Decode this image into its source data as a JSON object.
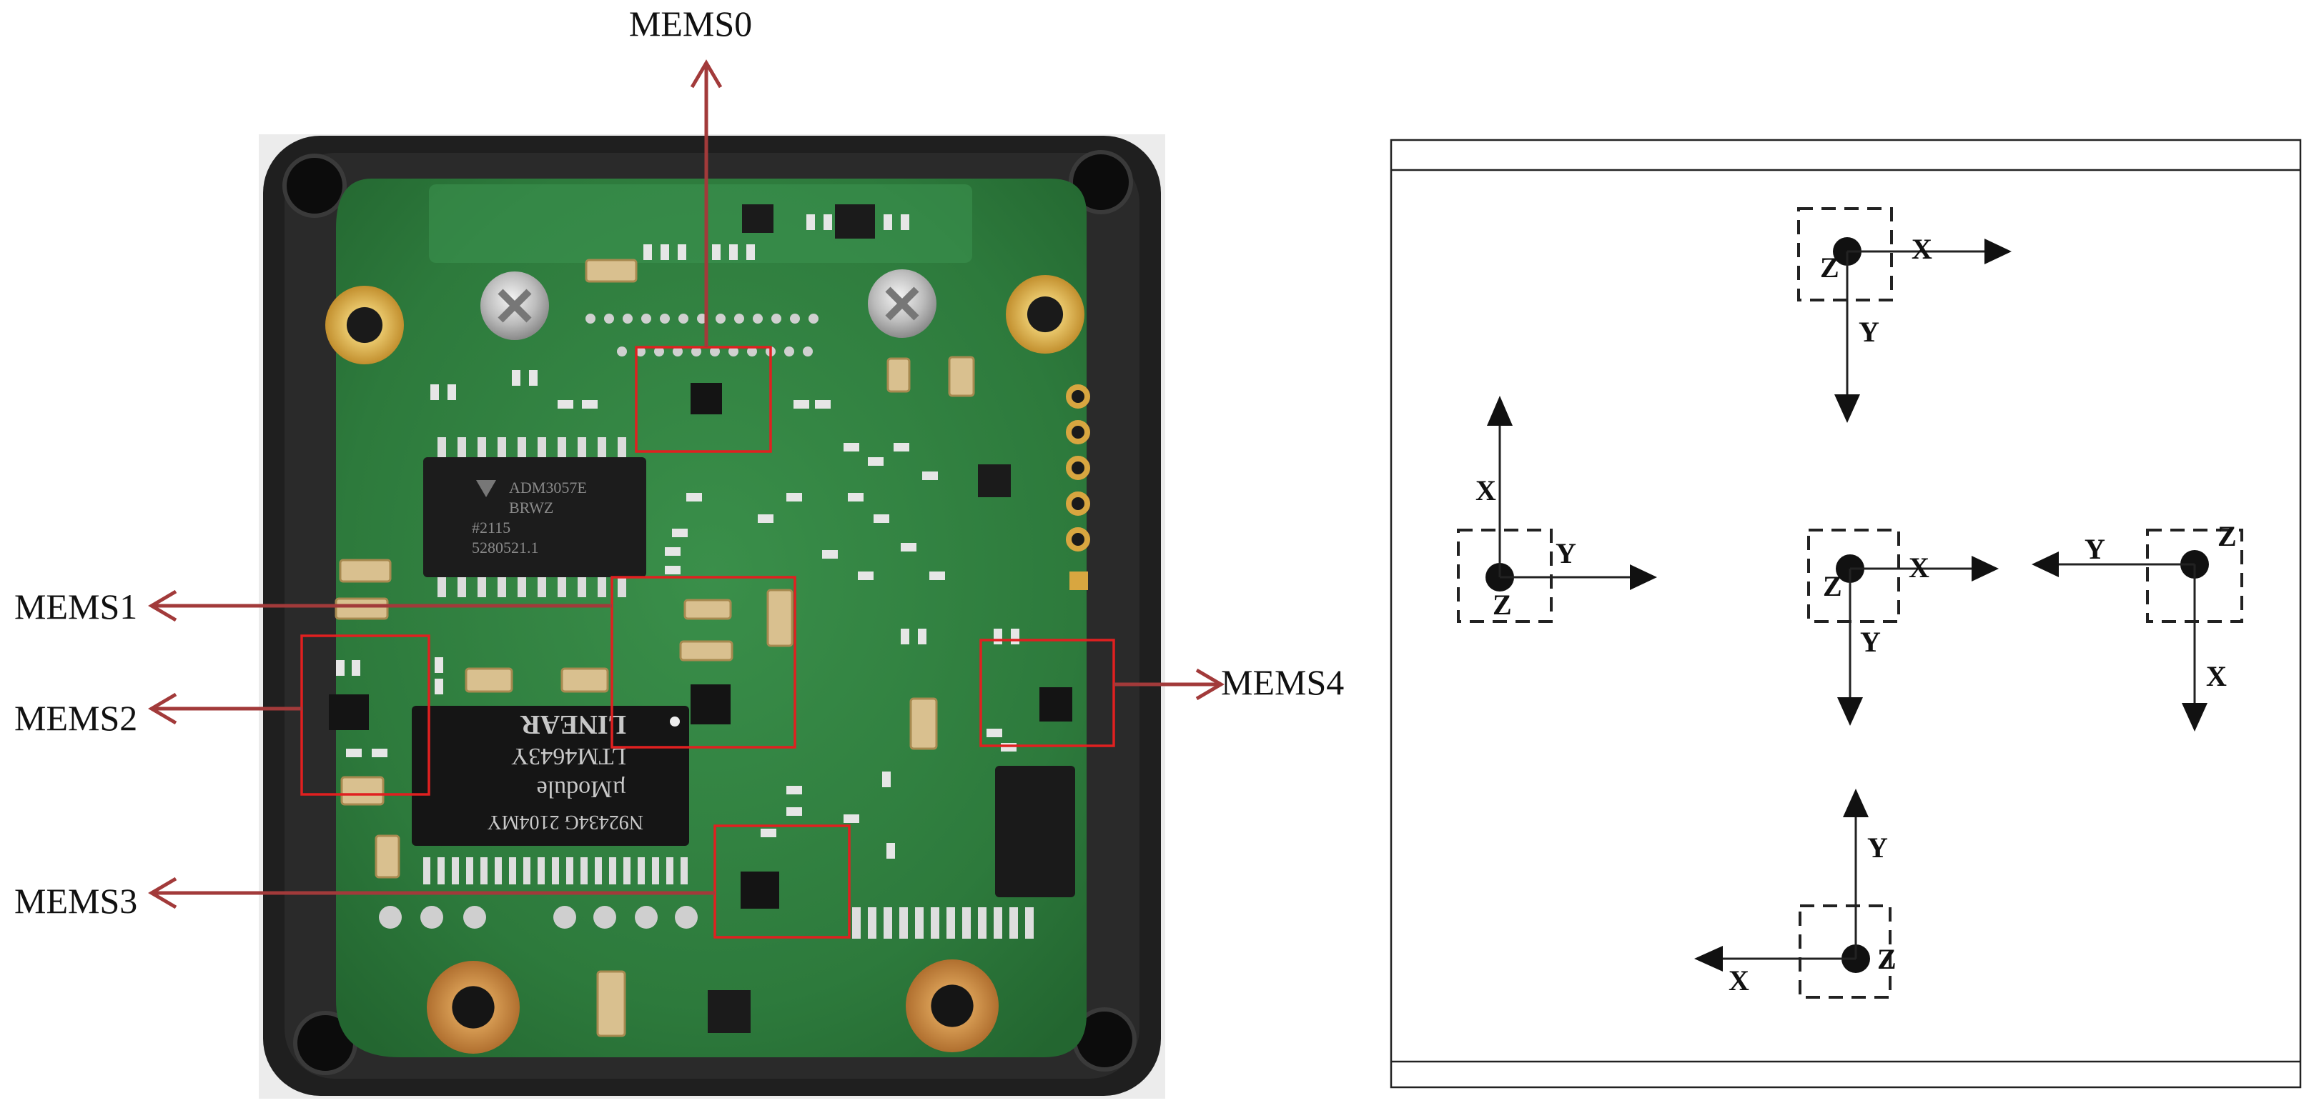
{
  "callouts": {
    "mems0": "MEMS0",
    "mems1": "MEMS1",
    "mems2": "MEMS2",
    "mems3": "MEMS3",
    "mems4": "MEMS4"
  },
  "board_markings": {
    "ic_top": [
      "ADM3057E",
      "BRWZ",
      "#2115",
      "5280521.1"
    ],
    "ic_module": [
      "N92434G 2104MY",
      "µModule",
      "LTM4643Y",
      "LINEAR"
    ]
  },
  "axes": {
    "x": "X",
    "y": "Y",
    "z": "Z"
  },
  "colors": {
    "callout_arrow": "#a23a3a",
    "highlight_box": "#e02020",
    "pcb_green": "#2f7d3f",
    "enclosure": "#1d1d1d",
    "gold_pad": "#d4a23a",
    "diagram_line": "#222222"
  }
}
